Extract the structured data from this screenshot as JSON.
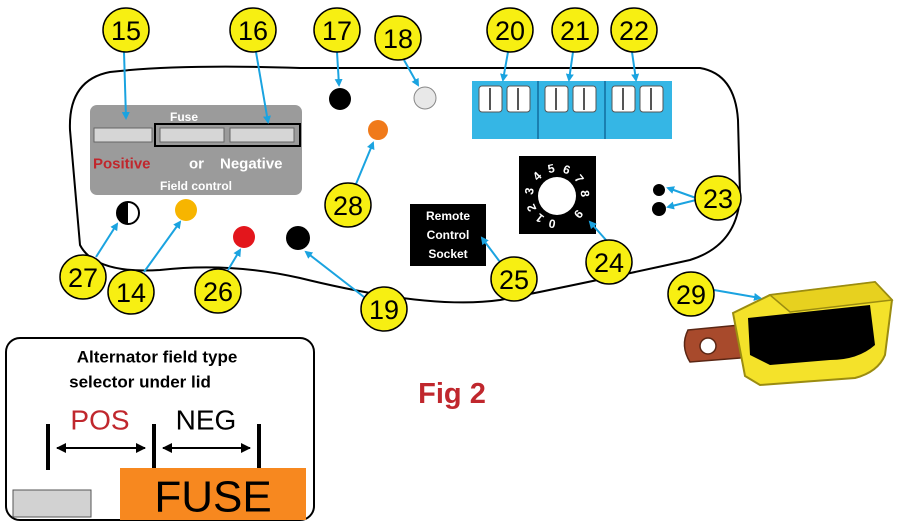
{
  "figure_label": "Fig 2",
  "panel": {
    "fuse_label": "Fuse",
    "positive_label": "Positive",
    "or_label": "or",
    "negative_label": "Negative",
    "field_control_label": "Field control"
  },
  "remote_socket": {
    "line1": "Remote",
    "line2": "Control",
    "line3": "Socket"
  },
  "rotary_switch": {
    "digits": [
      "0",
      "1",
      "2",
      "3",
      "4",
      "5",
      "6",
      "7",
      "8",
      "9"
    ]
  },
  "inset": {
    "title_line1": "Alternator field type",
    "title_line2": "selector under lid",
    "pos_label": "POS",
    "neg_label": "NEG",
    "fuse_label": "FUSE"
  },
  "callouts": [
    {
      "id": "15",
      "label": "15"
    },
    {
      "id": "16",
      "label": "16"
    },
    {
      "id": "17",
      "label": "17"
    },
    {
      "id": "18",
      "label": "18"
    },
    {
      "id": "20",
      "label": "20"
    },
    {
      "id": "21",
      "label": "21"
    },
    {
      "id": "22",
      "label": "22"
    },
    {
      "id": "23",
      "label": "23"
    },
    {
      "id": "24",
      "label": "24"
    },
    {
      "id": "25",
      "label": "25"
    },
    {
      "id": "28",
      "label": "28"
    },
    {
      "id": "27",
      "label": "27"
    },
    {
      "id": "14",
      "label": "14"
    },
    {
      "id": "26",
      "label": "26"
    },
    {
      "id": "19",
      "label": "19"
    },
    {
      "id": "29",
      "label": "29"
    }
  ],
  "colors": {
    "callout_fill": "#f7ef12",
    "arrow": "#1aa3e0",
    "panel_grey": "#9b9b9b",
    "positive_red": "#c0272d",
    "terminal_cyan": "#35b6e5",
    "orange": "#f7881f",
    "led_yellow": "#f7b500",
    "led_red": "#e3161c",
    "led_orange": "#f07a1a"
  }
}
